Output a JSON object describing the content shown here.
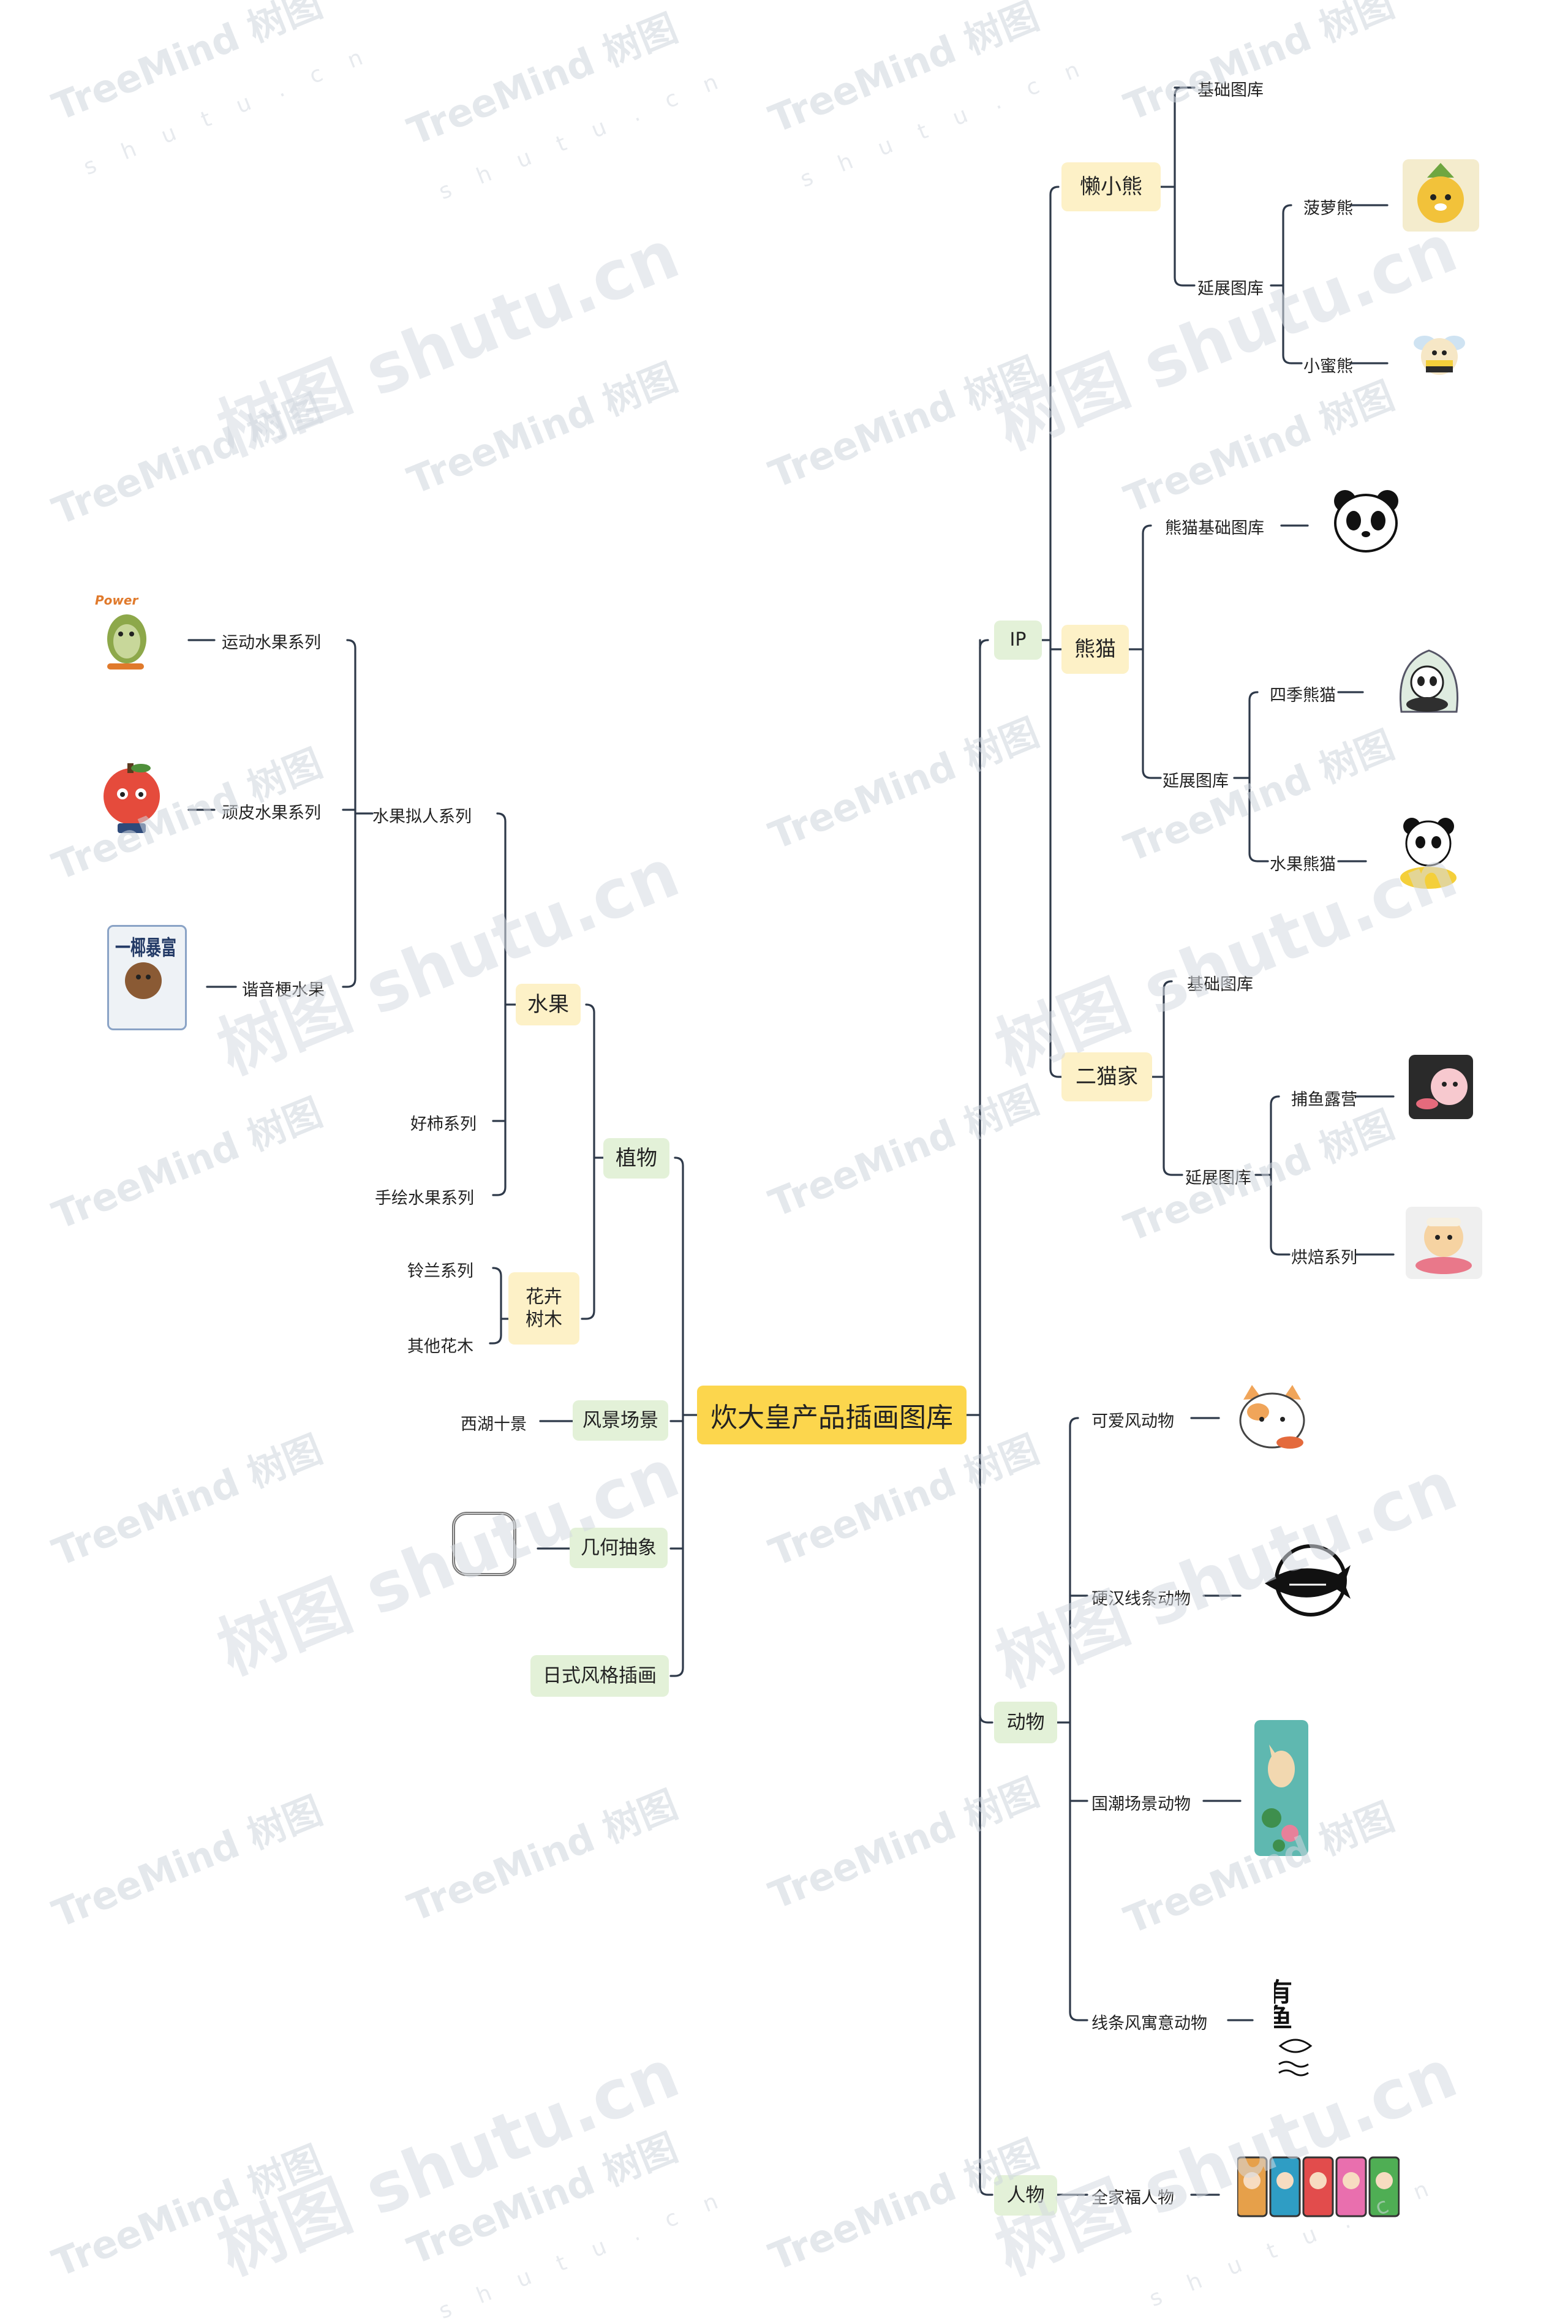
{
  "root": "炊大皇产品插画图库",
  "left": {
    "plants": "植物",
    "fruit": "水果",
    "fruit_person": "水果拟人系列",
    "sport_fruit": "运动水果系列",
    "naughty_fruit": "顽皮水果系列",
    "pun_fruit": "谐音梗水果",
    "persimmon": "好柿系列",
    "handdrawn_fruit": "手绘水果系列",
    "flowers": "花卉\n树木",
    "lily": "铃兰系列",
    "other_flowers": "其他花木",
    "scenery": "风景场景",
    "west_lake": "西湖十景",
    "geometric": "几何抽象",
    "japanese": "日式风格插画"
  },
  "ip": {
    "label": "IP",
    "bear": "懒小熊",
    "bear_base": "基础图库",
    "bear_ext": "延展图库",
    "pineapple_bear": "菠萝熊",
    "honey_bear": "小蜜熊",
    "panda": "熊猫",
    "panda_base": "熊猫基础图库",
    "panda_ext": "延展图库",
    "season_panda": "四季熊猫",
    "fruit_panda": "水果熊猫",
    "cats": "二猫家",
    "cats_base": "基础图库",
    "cats_ext": "延展图库",
    "fishing": "捕鱼露营",
    "baking": "烘焙系列"
  },
  "animals": {
    "label": "动物",
    "cute": "可爱风动物",
    "tough": "硬汉线条动物",
    "chic": "国潮场景动物",
    "line": "线条风寓意动物"
  },
  "people": {
    "label": "人物",
    "family": "全家福人物"
  },
  "pictures": {
    "sport_fruit_text": "Power",
    "pun_fruit_text": "一椰暴富",
    "fish_text": "有鱼"
  },
  "watermark": {
    "brand": "TreeMind 树图",
    "domain": "s h u t u . c n",
    "big": "树图 shutu.cn"
  },
  "colors": {
    "root": "#fcd64d",
    "yellow_box": "#fdf1c7",
    "green_box": "#e3f1d8",
    "line": "#2f3a4a"
  }
}
